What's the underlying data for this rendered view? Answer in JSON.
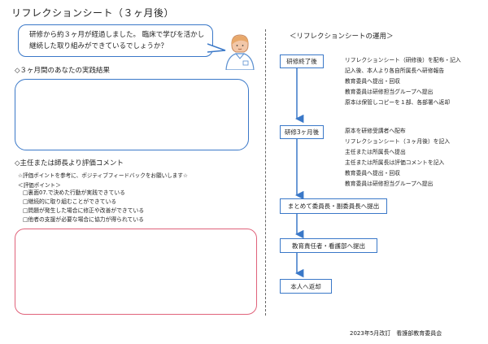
{
  "title": "リフレクションシート（３ヶ月後）",
  "bubble": {
    "lines": [
      "研修から約３ヶ月が経過しました。 臨床で学びを活かし",
      "継続した取り組みができているでしょうか？"
    ]
  },
  "section1": {
    "heading": "◇３ヶ月間のあなたの実践結果"
  },
  "section2": {
    "heading": "◇主任または師長より評価コメント",
    "note": "☆評価ポイントを参考に、ポジティブフィードバックをお願いします☆",
    "points_heading": "＜評価ポイント＞",
    "points": [
      "□裏面07.で決めた行動が実践できている",
      "□継続的に取り組むことができている",
      "□問題が発生した場合に修正や改善ができている",
      "□他者の支援が必要な場合に協力が得られている"
    ]
  },
  "workflow": {
    "heading": "＜リフレクションシートの運用＞",
    "steps": [
      {
        "label": "研修終了後",
        "desc": [
          "リフレクションシート（研修後）を配布・記入",
          "記入後、本人より各自所属長へ研修報告",
          "教育委員へ提出・回収",
          "教育委員は研修担当グループへ提出",
          "原本は保管しコピーを１部、各部署へ返却"
        ]
      },
      {
        "label": "研修3ヶ月後",
        "desc": [
          "原本を研修受講者へ配布",
          "リフレクションシート（３ヶ月後）を記入",
          "主任または所属長へ提出",
          "主任または所属長は評価コメントを記入",
          "教育委員へ提出・回収",
          "教育委員は研修担当グループへ提出"
        ]
      },
      {
        "label": "まとめて委員長・副委員長へ提出",
        "desc": []
      },
      {
        "label": "教育責任者・看護部へ提出",
        "desc": []
      },
      {
        "label": "本人へ返却",
        "desc": []
      }
    ]
  },
  "footer": "2023年5月改訂　看護部教育委員会",
  "colors": {
    "blue": "#3a78c8",
    "pink": "#e0627a"
  }
}
